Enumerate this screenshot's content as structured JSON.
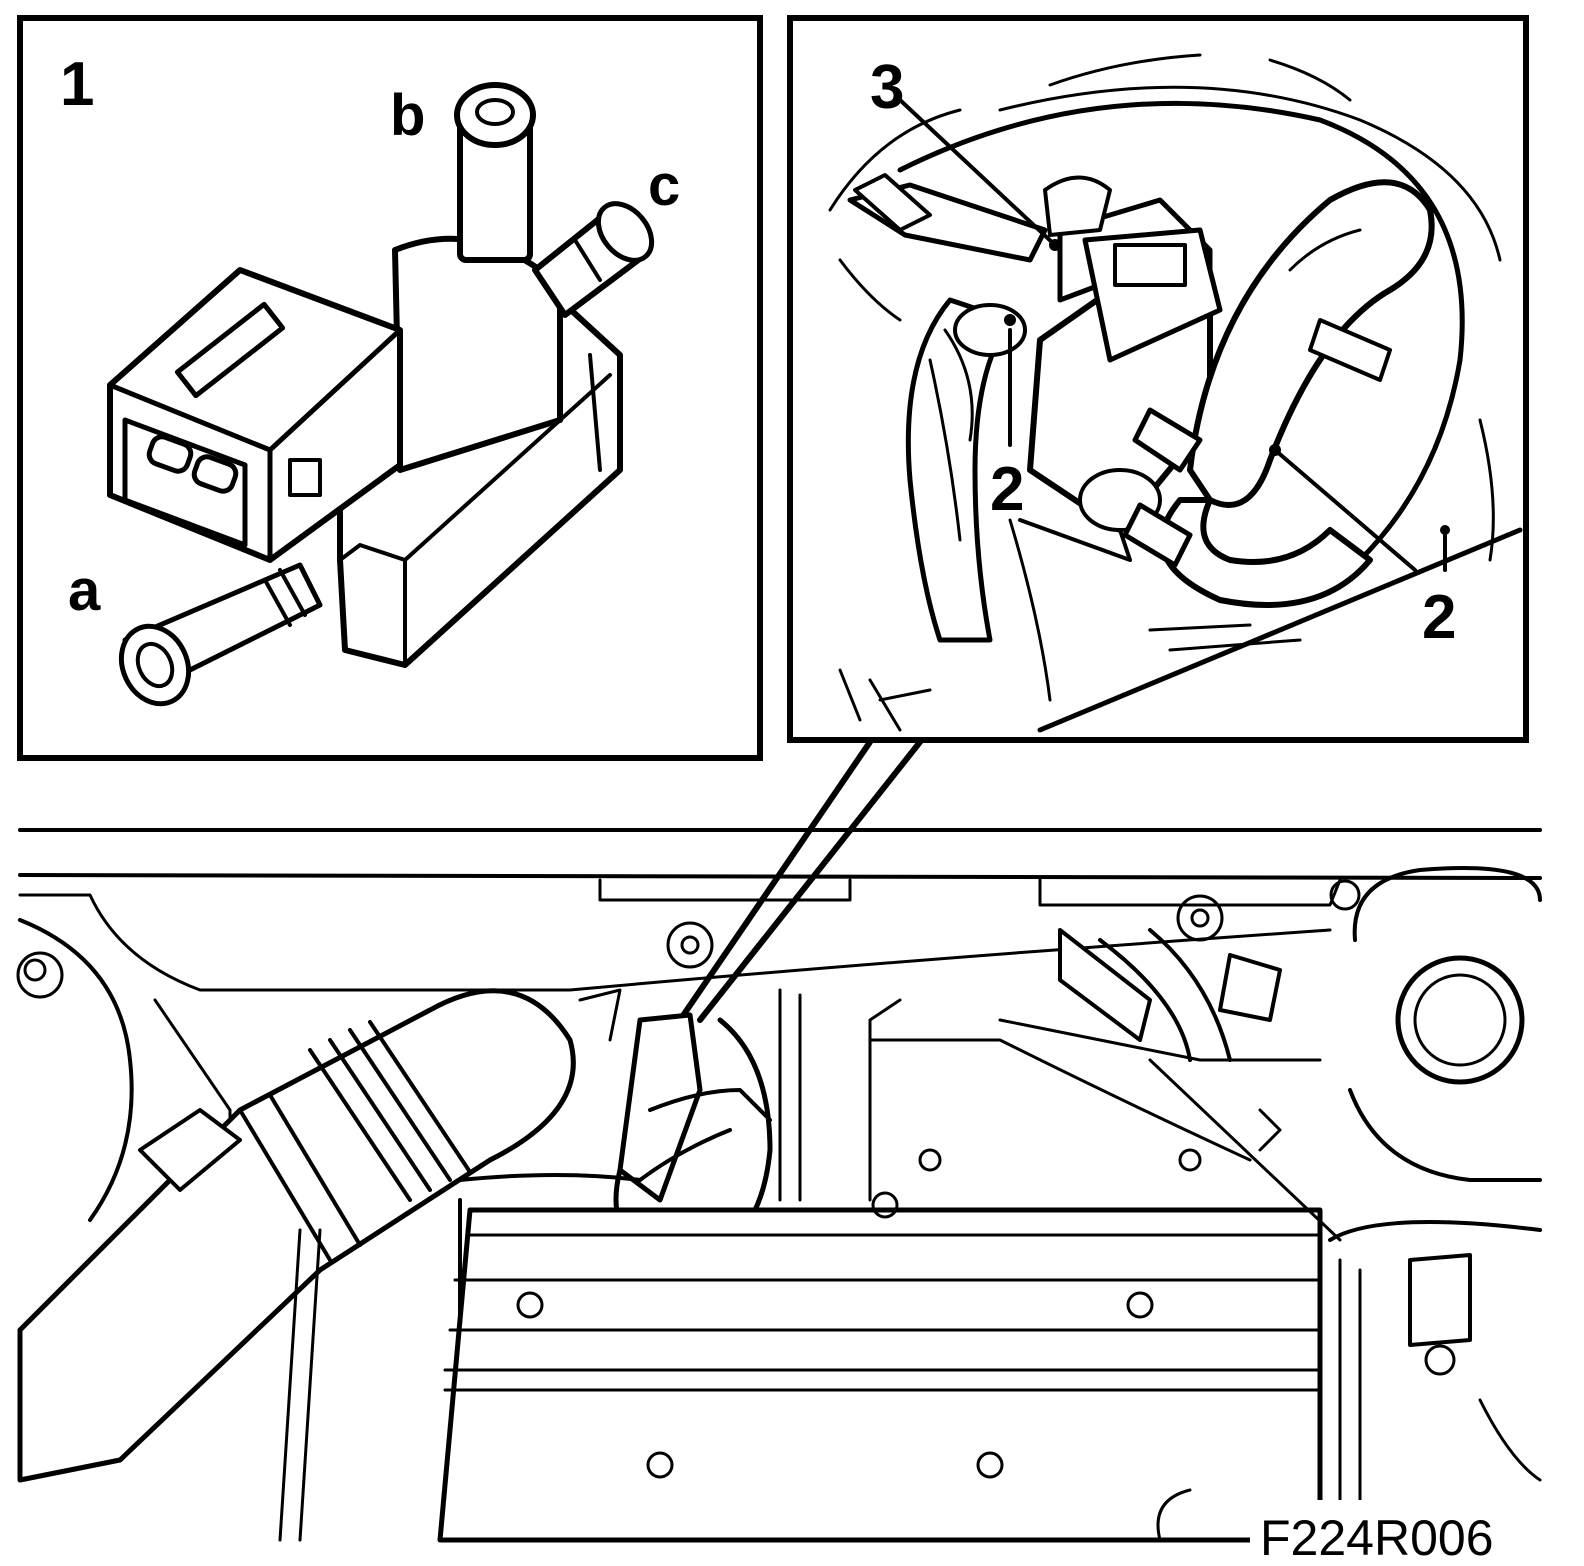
{
  "diagram": {
    "drawing_code": "F224R006",
    "inset_left": {
      "number": "1",
      "port_labels": [
        "a",
        "b",
        "c"
      ]
    },
    "inset_right": {
      "callouts": [
        "3",
        "2",
        "2"
      ]
    }
  }
}
